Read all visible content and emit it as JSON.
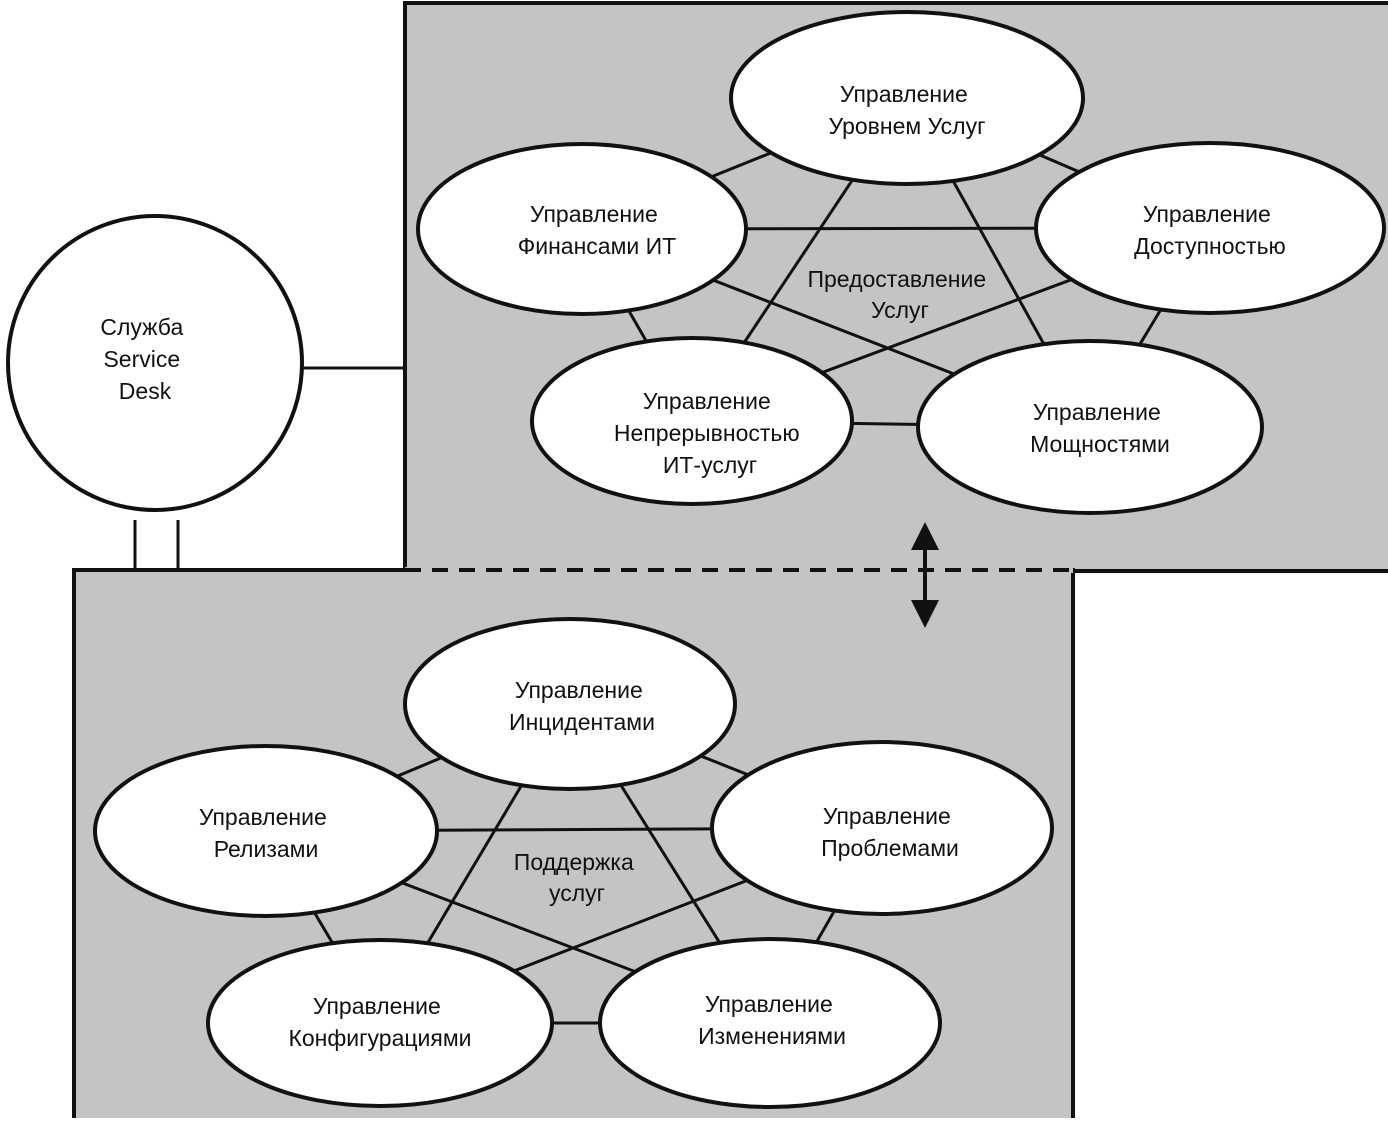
{
  "diagram": {
    "service_desk": {
      "lines": [
        "Служба",
        "Service",
        "Desk"
      ]
    },
    "service_delivery": {
      "center_label": [
        "Предоставление",
        "Услуг"
      ],
      "processes": [
        {
          "id": "slm",
          "lines": [
            "Управление",
            "Уровнем Услуг"
          ]
        },
        {
          "id": "financial",
          "lines": [
            "Управление",
            "Финансами ИТ"
          ]
        },
        {
          "id": "availability",
          "lines": [
            "Управление",
            "Доступностью"
          ]
        },
        {
          "id": "continuity",
          "lines": [
            "Управление",
            "Непрерывностью",
            "ИТ-услуг"
          ]
        },
        {
          "id": "capacity",
          "lines": [
            "Управление",
            "Мощностями"
          ]
        }
      ]
    },
    "service_support": {
      "center_label": [
        "Поддержка",
        "услуг"
      ],
      "processes": [
        {
          "id": "incident",
          "lines": [
            "Управление",
            "Инцидентами"
          ]
        },
        {
          "id": "release",
          "lines": [
            "Управление",
            "Релизами"
          ]
        },
        {
          "id": "problem",
          "lines": [
            "Управление",
            "Проблемами"
          ]
        },
        {
          "id": "configuration",
          "lines": [
            "Управление",
            "Конфигурациями"
          ]
        },
        {
          "id": "change",
          "lines": [
            "Управление",
            "Изменениями"
          ]
        }
      ]
    }
  }
}
